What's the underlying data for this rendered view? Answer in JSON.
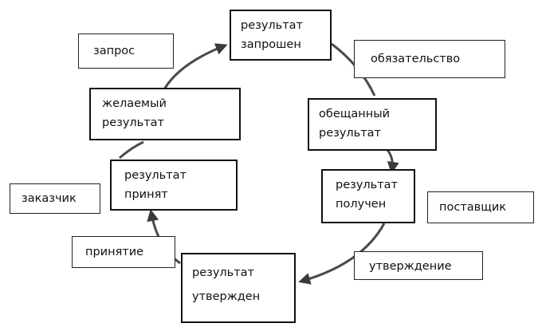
{
  "diagram": {
    "states": {
      "requested": [
        "результат",
        "запрошен"
      ],
      "promised": [
        "обещанный",
        "результат"
      ],
      "received": [
        "результат",
        "получен"
      ],
      "approved": [
        "результат",
        "утвержден"
      ],
      "accepted": [
        "результат",
        "принят"
      ],
      "desired": [
        "желаемый",
        "результат"
      ]
    },
    "labels": {
      "request": "запрос",
      "commitment": "обязательство",
      "supplier": "поставщик",
      "approval": "утверждение",
      "acceptance": "принятие",
      "customer": "заказчик"
    }
  }
}
